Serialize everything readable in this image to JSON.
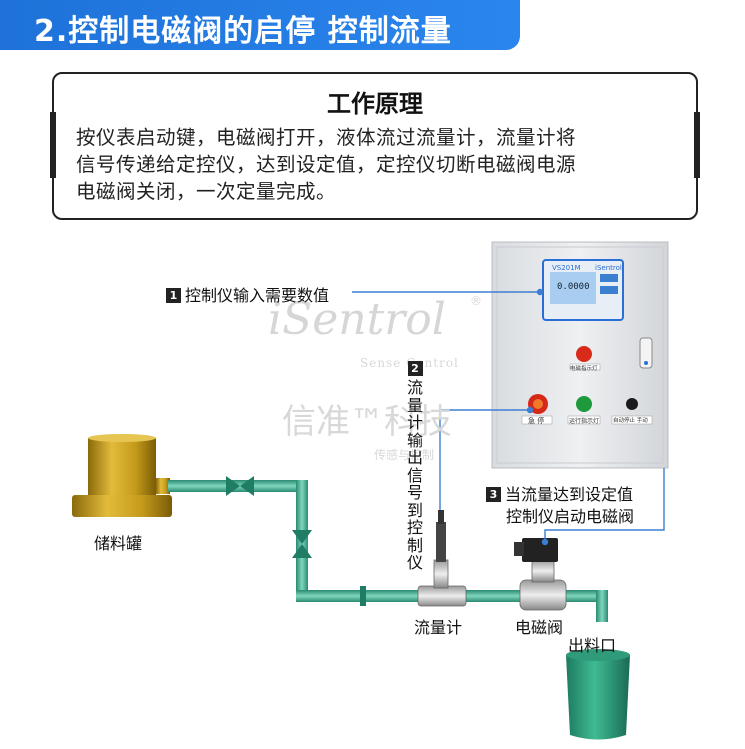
{
  "banner": {
    "title": "2.控制电磁阀的启停 控制流量"
  },
  "principle": {
    "title": "工作原理",
    "lines": [
      "按仪表启动键，电磁阀打开，液体流过流量计，流量计将",
      "信号传递给定控仪，达到设定值，定控仪切断电磁阀电源",
      "电磁阀关闭，一次定量完成。"
    ]
  },
  "steps": {
    "step1": {
      "num": "1",
      "text": "控制仪输入需要数值"
    },
    "step2": {
      "num": "2",
      "text": "流量计输出信号到控制仪"
    },
    "step3": {
      "num": "3",
      "line1": "当流量达到设定值",
      "line2": "控制仪启动电磁阀"
    }
  },
  "components": {
    "tank": "储料罐",
    "flowmeter": "流量计",
    "valve": "电磁阀",
    "outlet": "出料口"
  },
  "watermark": {
    "brand": "iSentrol",
    "reg": "®",
    "tag": "Sense Control",
    "cn": "信准™科技",
    "cn_sub": "传感与控制"
  },
  "panel": {
    "stop_btn": "急 停",
    "run_lamp": "运行指示灯",
    "mode_switch": "自动停止 手动",
    "valve_lamp": "电磁指示灯",
    "display_model": "VS201M",
    "display_brand": "iSentrol",
    "display_value": "0.0000"
  },
  "colors": {
    "banner": "#1e72d9",
    "pipe": "#3aa88e",
    "tank": "#c49a1a",
    "bucket": "#2a9a7a",
    "cabinet": "#e6e8ea",
    "line": "#3b7fd4"
  }
}
